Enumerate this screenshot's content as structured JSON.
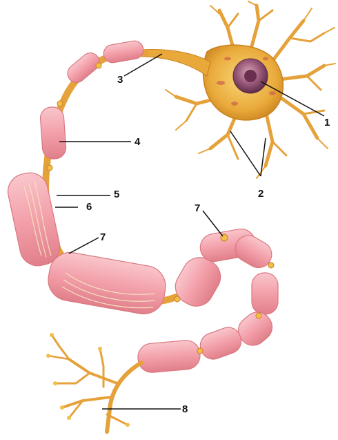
{
  "diagram": {
    "labels": [
      {
        "id": "1",
        "text": "1"
      },
      {
        "id": "2",
        "text": "2"
      },
      {
        "id": "3",
        "text": "3"
      },
      {
        "id": "4",
        "text": "4"
      },
      {
        "id": "5",
        "text": "5"
      },
      {
        "id": "6",
        "text": "6"
      },
      {
        "id": "7a",
        "text": "7"
      },
      {
        "id": "7b",
        "text": "7"
      },
      {
        "id": "8",
        "text": "8"
      }
    ]
  },
  "colors": {
    "axon": "#e9a93a",
    "axon_dark": "#c9821e",
    "myelin": "#f4a7b0",
    "myelin_edge": "#d9787f",
    "soma": "#efb84a",
    "nucleus": "#8b4a6a",
    "node": "#f2c04a",
    "line": "#111111"
  }
}
